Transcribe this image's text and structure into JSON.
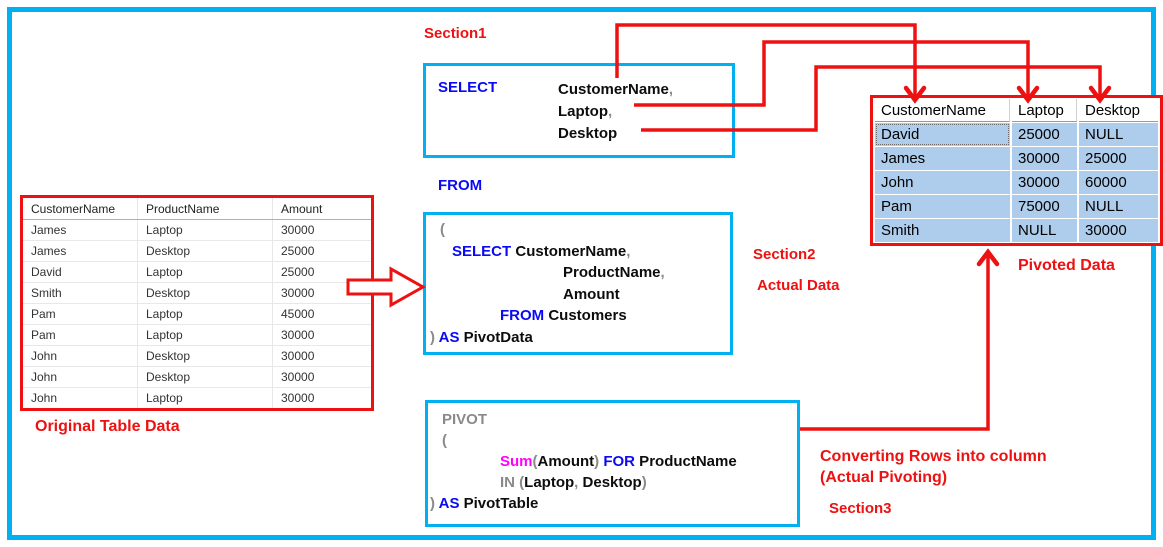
{
  "colors": {
    "accent_cyan": "#00b0f0",
    "arrow_red": "#ee1111",
    "keyword_blue": "#0a0af5",
    "function_magenta": "#ff00ff",
    "punctuation_gray": "#8a8a8a",
    "pivot_row_blue": "#aecdec"
  },
  "original_table": {
    "label": "Original Table Data",
    "columns": [
      "CustomerName",
      "ProductName",
      "Amount"
    ],
    "rows": [
      [
        "James",
        "Laptop",
        "30000"
      ],
      [
        "James",
        "Desktop",
        "25000"
      ],
      [
        "David",
        "Laptop",
        "25000"
      ],
      [
        "Smith",
        "Desktop",
        "30000"
      ],
      [
        "Pam",
        "Laptop",
        "45000"
      ],
      [
        "Pam",
        "Laptop",
        "30000"
      ],
      [
        "John",
        "Desktop",
        "30000"
      ],
      [
        "John",
        "Desktop",
        "30000"
      ],
      [
        "John",
        "Laptop",
        "30000"
      ]
    ]
  },
  "pivot_table": {
    "label": "Pivoted Data",
    "columns": [
      "CustomerName",
      "Laptop",
      "Desktop"
    ],
    "rows": [
      [
        "David",
        "25000",
        "NULL"
      ],
      [
        "James",
        "30000",
        "25000"
      ],
      [
        "John",
        "30000",
        "60000"
      ],
      [
        "Pam",
        "75000",
        "NULL"
      ],
      [
        "Smith",
        "NULL",
        "30000"
      ]
    ]
  },
  "from_label": "FROM",
  "section1": {
    "label": "Section1",
    "keyword": "SELECT",
    "lines": [
      {
        "indent": 0,
        "segs": [
          {
            "t": "CustomerName",
            "s": "id"
          },
          {
            "t": ",",
            "s": "p"
          }
        ]
      },
      {
        "indent": 0,
        "segs": [
          {
            "t": "Laptop",
            "s": "id"
          },
          {
            "t": ",",
            "s": "p"
          }
        ]
      },
      {
        "indent": 0,
        "segs": [
          {
            "t": "Desktop",
            "s": "id"
          }
        ]
      }
    ]
  },
  "section2": {
    "side_label1": "Section2",
    "side_label2": "Actual Data",
    "lines": [
      {
        "indent": 14,
        "segs": [
          {
            "t": "(",
            "s": "p"
          }
        ]
      },
      {
        "indent": 26,
        "segs": [
          {
            "t": "SELECT",
            "s": "kw"
          },
          {
            "t": " CustomerName",
            "s": "id"
          },
          {
            "t": ",",
            "s": "p"
          }
        ]
      },
      {
        "indent": 137,
        "segs": [
          {
            "t": "ProductName",
            "s": "id"
          },
          {
            "t": ",",
            "s": "p"
          }
        ]
      },
      {
        "indent": 137,
        "segs": [
          {
            "t": "Amount",
            "s": "id"
          }
        ]
      },
      {
        "indent": 74,
        "segs": [
          {
            "t": "FROM",
            "s": "kw"
          },
          {
            "t": " Customers",
            "s": "id"
          }
        ]
      },
      {
        "indent": 4,
        "segs": [
          {
            "t": ") ",
            "s": "p"
          },
          {
            "t": "AS",
            "s": "kw"
          },
          {
            "t": " PivotData",
            "s": "id"
          }
        ]
      }
    ]
  },
  "section3": {
    "side_label1": "Converting Rows into column",
    "side_label2": "(Actual Pivoting)",
    "side_label3": "Section3",
    "lines": [
      {
        "indent": 14,
        "segs": [
          {
            "t": "PIVOT",
            "s": "gy"
          }
        ]
      },
      {
        "indent": 14,
        "segs": [
          {
            "t": "(",
            "s": "p"
          }
        ]
      },
      {
        "indent": 72,
        "segs": [
          {
            "t": "Sum",
            "s": "fn"
          },
          {
            "t": "(",
            "s": "p"
          },
          {
            "t": "Amount",
            "s": "id"
          },
          {
            "t": ") ",
            "s": "p"
          },
          {
            "t": "FOR",
            "s": "kw"
          },
          {
            "t": " ProductName",
            "s": "id"
          }
        ]
      },
      {
        "indent": 72,
        "segs": [
          {
            "t": "IN ",
            "s": "gy"
          },
          {
            "t": "(",
            "s": "p"
          },
          {
            "t": "Laptop",
            "s": "id"
          },
          {
            "t": ", ",
            "s": "p"
          },
          {
            "t": "Desktop",
            "s": "id"
          },
          {
            "t": ")",
            "s": "p"
          }
        ]
      },
      {
        "indent": 2,
        "segs": [
          {
            "t": ") ",
            "s": "p"
          },
          {
            "t": "AS",
            "s": "kw"
          },
          {
            "t": " PivotTable",
            "s": "id"
          }
        ]
      }
    ]
  }
}
